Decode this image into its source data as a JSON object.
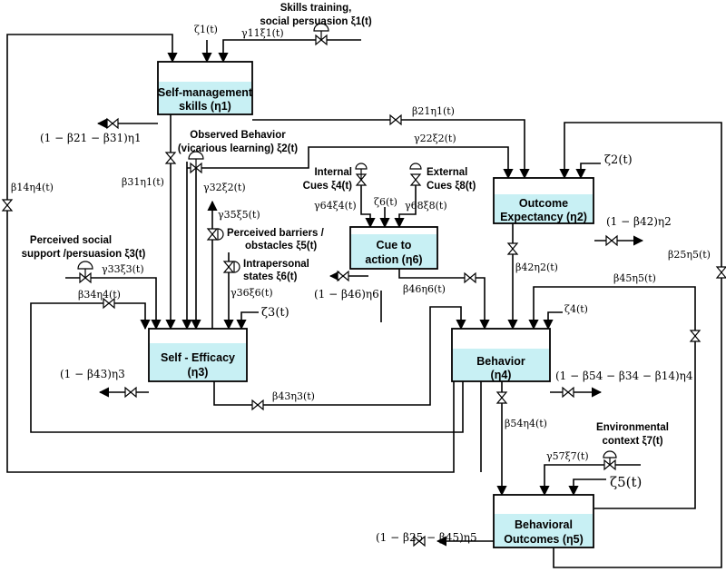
{
  "nodes": {
    "eta1": {
      "line1": "Self-management",
      "line2": "skills (η1)"
    },
    "eta2": {
      "line1": "Outcome",
      "line2": "Expectancy (η2)"
    },
    "eta3": {
      "line1": "Self - Efficacy",
      "line2": "(η3)"
    },
    "eta4": {
      "line1": "Behavior",
      "line2": "(η4)"
    },
    "eta5": {
      "line1": "Behavioral",
      "line2": "Outcomes (η5)"
    },
    "eta6": {
      "line1": "Cue to",
      "line2": "action (η6)"
    }
  },
  "inputs": {
    "xi1": {
      "line1": "Skills training,",
      "line2": "social persuasion ξ1(t)"
    },
    "xi2": {
      "line1": "Observed Behavior",
      "line2": "(vicarious learning) ξ2(t)"
    },
    "xi3": {
      "line1": "Perceived social",
      "line2": "support /persuasion ξ3(t)"
    },
    "xi4": {
      "line1": "Internal",
      "line2": "Cues ξ4(t)"
    },
    "xi5": {
      "line1": "Perceived barriers /",
      "line2": "obstacles ξ5(t)"
    },
    "xi6": {
      "line1": "Intrapersonal",
      "line2": "states ξ6(t)"
    },
    "xi7": {
      "line1": "Environmental",
      "line2": "context ξ7(t)"
    },
    "xi8": {
      "line1": "External",
      "line2": "Cues ξ8(t)"
    }
  },
  "disturbances": {
    "zeta1": "ζ1(t)",
    "zeta2": "ζ2(t)",
    "zeta3": "ζ3(t)",
    "zeta4": "ζ4(t)",
    "zeta5": "ζ5(t)",
    "zeta6": "ζ6(t)"
  },
  "flows": {
    "gamma11": "γ11ξ1(t)",
    "beta21": "β21η1(t)",
    "gamma22": "γ22ξ2(t)",
    "beta31": "β31η1(t)",
    "gamma32": "γ32ξ2(t)",
    "gamma35": "γ35ξ5(t)",
    "gamma33": "γ33ξ3(t)",
    "gamma36": "γ36ξ6(t)",
    "beta34": "β34η4(t)",
    "beta14": "β14η4(t)",
    "gamma64": "γ64ξ4(t)",
    "gamma68": "γ68ξ8(t)",
    "beta46": "β46η6(t)",
    "beta42": "β42η2(t)",
    "beta45": "β45η5(t)",
    "beta43": "β43η3(t)",
    "beta54": "β54η4(t)",
    "gamma57": "γ57ξ7(t)",
    "beta25": "β25η5(t)"
  },
  "outflows": {
    "eta1": "(1 − β21 − β31)η1",
    "eta2": "(1 − β42)η2",
    "eta3": "(1 − β43)η3",
    "eta4": "(1 − β54 − β34 − β14)η4",
    "eta5": "(1 − β25 − β45)η5",
    "eta6": "(1 − β46)η6"
  }
}
